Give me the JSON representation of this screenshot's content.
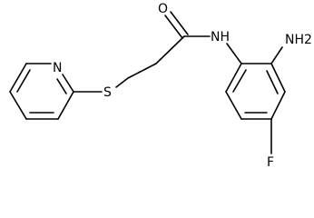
{
  "molecule": {
    "atoms": {
      "oxygen": "O",
      "amide_nitrogen": "NH",
      "amine_group": "NH2",
      "sulfur": "S",
      "pyridine_nitrogen": "N",
      "fluorine": "F"
    }
  }
}
